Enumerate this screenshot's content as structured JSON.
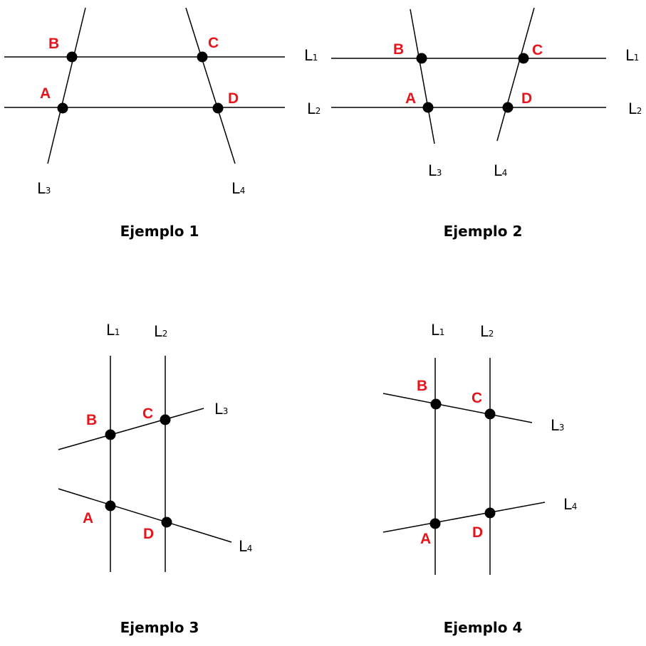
{
  "colors": {
    "point_label": "#e8141b",
    "line": "#000000",
    "point": "#000000"
  },
  "examples": [
    {
      "caption": "Ejemplo 1",
      "lines": {
        "L1": {
          "letter": "L",
          "sub": "1"
        },
        "L2": {
          "letter": "L",
          "sub": "2"
        },
        "L3": {
          "letter": "L",
          "sub": "3"
        },
        "L4": {
          "letter": "L",
          "sub": "4"
        }
      },
      "points": {
        "A": "A",
        "B": "B",
        "C": "C",
        "D": "D"
      }
    },
    {
      "caption": "Ejemplo 2",
      "lines": {
        "L1": {
          "letter": "L",
          "sub": "1"
        },
        "L2": {
          "letter": "L",
          "sub": "2"
        },
        "L3": {
          "letter": "L",
          "sub": "3"
        },
        "L4": {
          "letter": "L",
          "sub": "4"
        }
      },
      "points": {
        "A": "A",
        "B": "B",
        "C": "C",
        "D": "D"
      }
    },
    {
      "caption": "Ejemplo 3",
      "lines": {
        "L1": {
          "letter": "L",
          "sub": "1"
        },
        "L2": {
          "letter": "L",
          "sub": "2"
        },
        "L3": {
          "letter": "L",
          "sub": "3"
        },
        "L4": {
          "letter": "L",
          "sub": "4"
        }
      },
      "points": {
        "A": "A",
        "B": "B",
        "C": "C",
        "D": "D"
      }
    },
    {
      "caption": "Ejemplo 4",
      "lines": {
        "L1": {
          "letter": "L",
          "sub": "1"
        },
        "L2": {
          "letter": "L",
          "sub": "2"
        },
        "L3": {
          "letter": "L",
          "sub": "3"
        },
        "L4": {
          "letter": "L",
          "sub": "4"
        }
      },
      "points": {
        "A": "A",
        "B": "B",
        "C": "C",
        "D": "D"
      }
    }
  ]
}
